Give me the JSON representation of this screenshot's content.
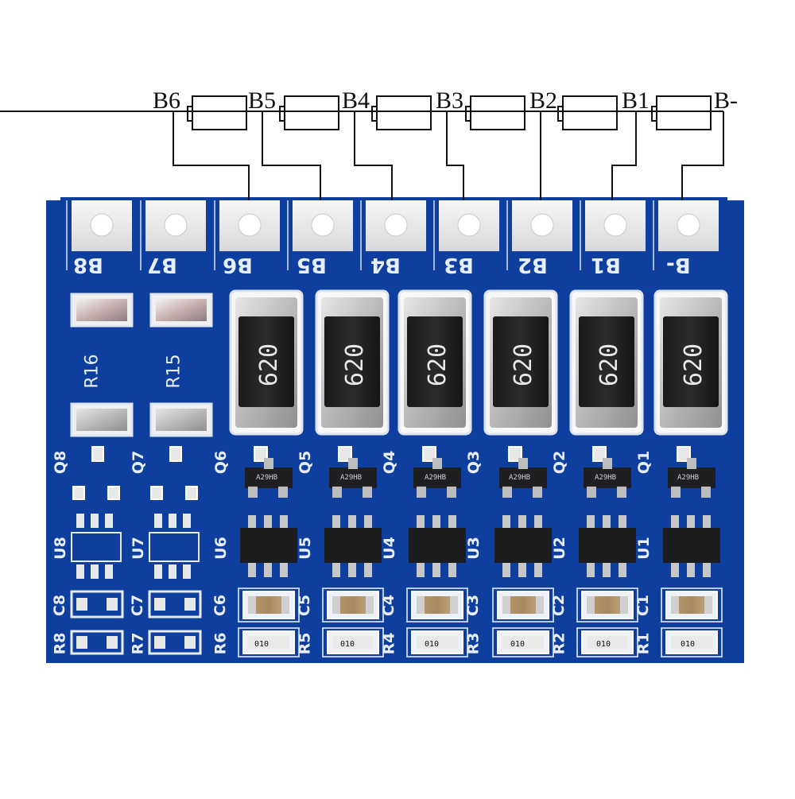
{
  "schematic": {
    "labels": [
      "B6",
      "B5",
      "B4",
      "B3",
      "B2",
      "B1",
      "B-"
    ]
  },
  "board": {
    "color": "#0f3f9e",
    "pads": [
      "B8",
      "B7",
      "B6",
      "B5",
      "B4",
      "B3",
      "B2",
      "B1",
      "B-"
    ],
    "small_resistors": [
      "R16",
      "R15"
    ],
    "power_resistor_code": "620",
    "mosfet_labels": [
      "Q8",
      "Q7",
      "Q6",
      "Q5",
      "Q4",
      "Q3",
      "Q2",
      "Q1"
    ],
    "ic_labels": [
      "U8",
      "U7",
      "U6",
      "U5",
      "U4",
      "U3",
      "U2",
      "U1"
    ],
    "cap_labels": [
      "C8",
      "C7",
      "C6",
      "C5",
      "C4",
      "C3",
      "C2",
      "C1"
    ],
    "res_labels": [
      "R8",
      "R7",
      "R6",
      "R5",
      "R4",
      "R3",
      "R2",
      "R1"
    ],
    "sot_marking": "A29HB",
    "smd_res_code": "010"
  }
}
